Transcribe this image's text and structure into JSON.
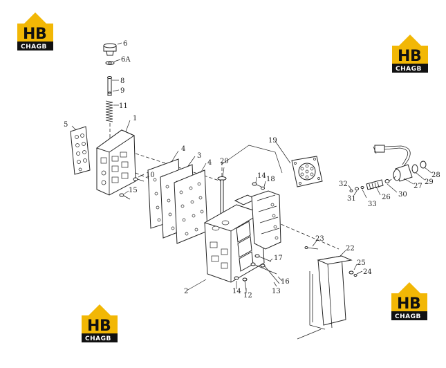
{
  "watermark": {
    "top": "H",
    "mid": "B",
    "bottom": "CHAGB",
    "accent": "#f2b705",
    "dark": "#111111"
  },
  "callouts": {
    "c1": "1",
    "c2": "2",
    "c3": "3",
    "c4a": "4",
    "c4b": "4",
    "c5": "5",
    "c6": "6",
    "c6a": "6A",
    "c8": "8",
    "c9": "9",
    "c10": "10",
    "c11": "11",
    "c12": "12",
    "c13": "13",
    "c14a": "14",
    "c14b": "14",
    "c15": "15",
    "c16": "16",
    "c17": "17",
    "c18": "18",
    "c19": "19",
    "c20": "20",
    "c22": "22",
    "c23": "23",
    "c24": "24",
    "c25": "25",
    "c26": "26",
    "c27": "27",
    "c28": "28",
    "c29": "29",
    "c30": "30",
    "c31": "31",
    "c32": "32",
    "c33": "33"
  }
}
